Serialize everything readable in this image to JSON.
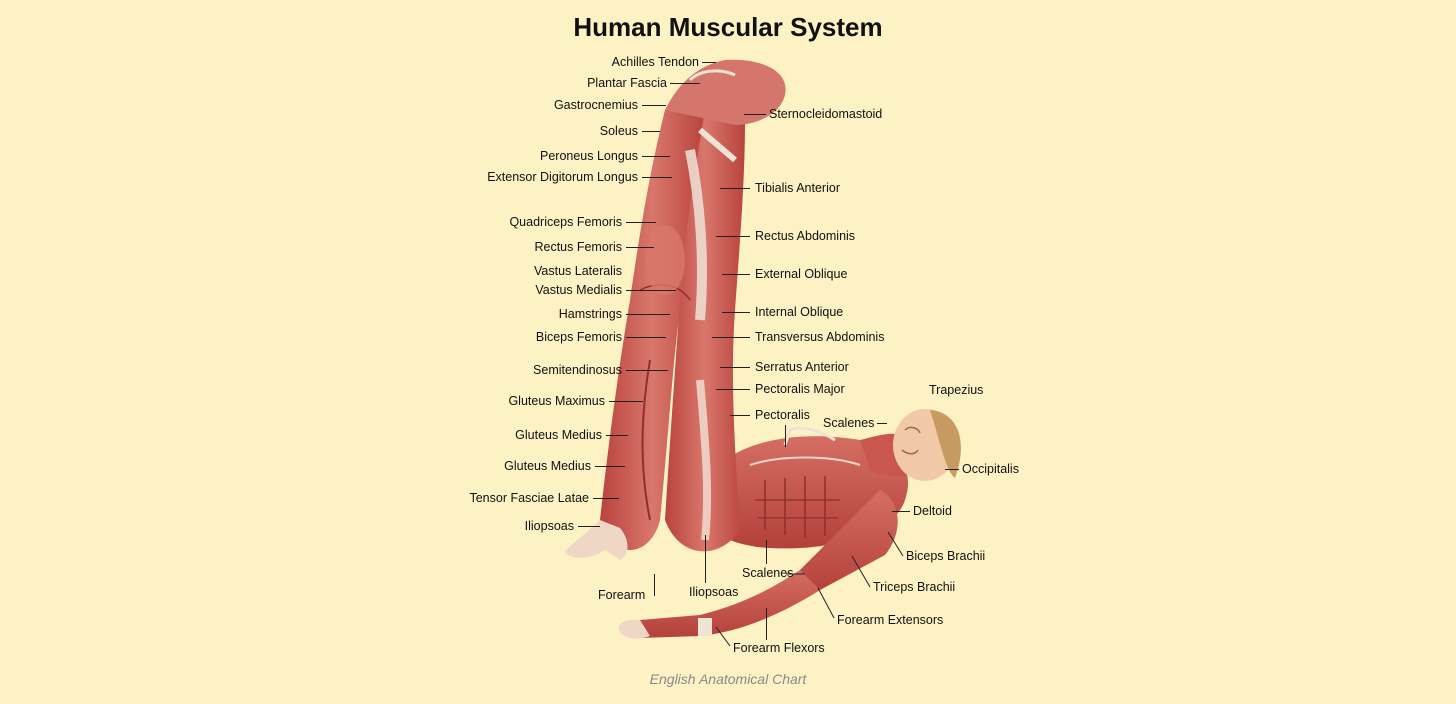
{
  "title": "Human Muscular System",
  "caption": "English Anatomical Chart",
  "colors": {
    "background": "#fdf2c4",
    "muscle": "#c9564f",
    "muscle_light": "#e08a7e",
    "tendon": "#efe3d6",
    "skin": "#f2c9a8",
    "hair": "#c79a62"
  },
  "labels": {
    "achilles_tendon": "Achilles Tendon",
    "plantar_fascia": "Plantar Fascia",
    "gastrocnemius": "Gastrocnemius",
    "soleus": "Soleus",
    "peroneus_longus": "Peroneus Longus",
    "extensor_digitorum_longus": "Extensor Digitorum Longus",
    "quadriceps_femoris": "Quadriceps Femoris",
    "rectus_femoris": "Rectus Femoris",
    "vastus_lateralis": "Vastus Lateralis",
    "vastus_medialis": "Vastus Medialis",
    "hamstrings": "Hamstrings",
    "biceps_femoris": "Biceps Femoris",
    "semitendinosus": "Semitendinosus",
    "gluteus_maximus": "Gluteus Maximus",
    "gluteus_medius_1": "Gluteus Medius",
    "gluteus_medius_2": "Gluteus Medius",
    "tensor_fasciae_latae": "Tensor Fasciae Latae",
    "iliopsoas_left": "Iliopsoas",
    "forearm": "Forearm",
    "iliopsoas_bottom": "Iliopsoas",
    "scalenes_bottom": "Scalenes",
    "forearm_flexors": "Forearm Flexors",
    "sternocleidomastoid": "Sternocleidomastoid",
    "tibialis_anterior": "Tibialis Anterior",
    "rectus_abdominis": "Rectus Abdominis",
    "external_oblique": "External Oblique",
    "internal_oblique": "Internal Oblique",
    "transversus_abdominis": "Transversus Abdominis",
    "serratus_anterior": "Serratus Anterior",
    "pectoralis_major": "Pectoralis Major",
    "pectoralis": "Pectoralis",
    "trapezius": "Trapezius",
    "scalenes_right": "Scalenes",
    "occipitalis": "Occipitalis",
    "deltoid": "Deltoid",
    "biceps_brachii": "Biceps Brachii",
    "triceps_brachii": "Triceps Brachii",
    "forearm_extensors": "Forearm Extensors"
  }
}
